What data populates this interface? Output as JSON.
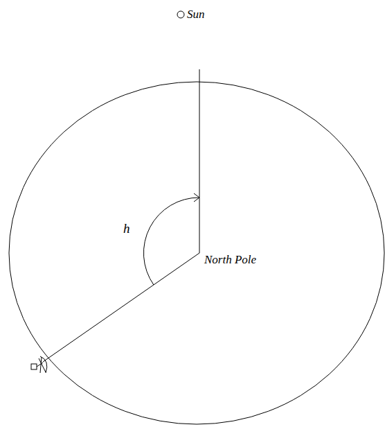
{
  "diagram": {
    "labels": [
      "Sun",
      "h",
      "North Pole"
    ]
  }
}
